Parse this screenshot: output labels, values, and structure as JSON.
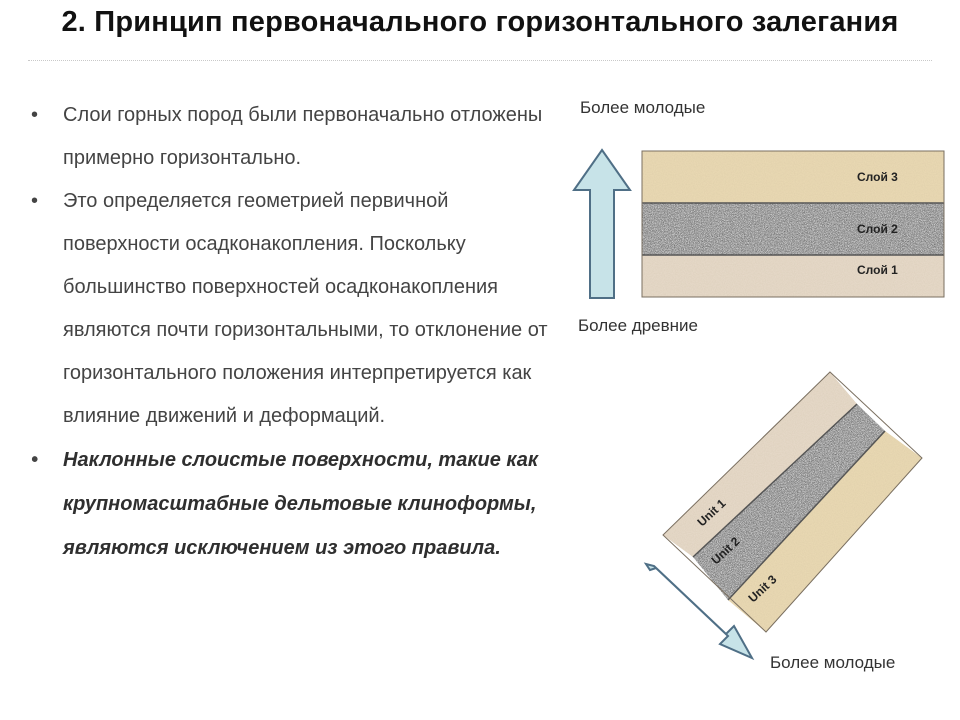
{
  "title": "2. Принцип первоначального горизонтального залегания",
  "bullets": [
    {
      "text": "Слои горных пород были первоначально отложены примерно горизонтально."
    },
    {
      "text": "Это определяется геометрией первичной поверхности осадконакопления. Поскольку большинство поверхностей осадконакопления являются почти горизонтальными, то отклонение от горизонтального положения интерпретируется как влияние движений и деформаций."
    },
    {
      "text": "Наклонные слоистые поверхности, такие как крупномасштабные дельтовые клиноформы, являются исключением из этого правила."
    }
  ],
  "horizontal_diagram": {
    "top_label": "Более молодые",
    "bottom_label": "Более древние",
    "layers": [
      {
        "label": "Слой 3",
        "texture": "sand"
      },
      {
        "label": "Слой 2",
        "texture": "gravel"
      },
      {
        "label": "Слой 1",
        "texture": "sand-light"
      }
    ]
  },
  "tilted_diagram": {
    "direction_label": "Более молодые",
    "units": [
      {
        "label": "Unit 1",
        "texture": "sand-light"
      },
      {
        "label": "Unit 2",
        "texture": "gravel"
      },
      {
        "label": "Unit 3",
        "texture": "sand"
      }
    ]
  },
  "colors": {
    "arrow_fill": "#c7e3e8",
    "arrow_stroke": "#4f6f86",
    "sand": "#ecdcb5",
    "sand_light": "#e8dccc",
    "gravel": "#9c9c9c"
  }
}
